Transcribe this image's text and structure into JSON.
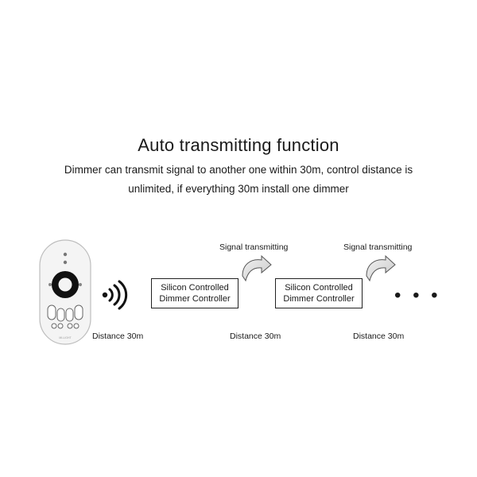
{
  "title": "Auto transmitting function",
  "subtitle_line1": "Dimmer can transmit signal to another one  within 30m, control distance is",
  "subtitle_line2": "unlimited, if everything 30m install one dimmer",
  "remote": {
    "brand_text": "MI-LIGHT"
  },
  "controllers": [
    {
      "line1": "Silicon Controlled",
      "line2": "Dimmer Controller"
    },
    {
      "line1": "Silicon Controlled",
      "line2": "Dimmer Controller"
    }
  ],
  "signal_labels": [
    "Signal transmitting",
    "Signal transmitting"
  ],
  "distance_labels": [
    "Distance 30m",
    "Distance 30m",
    "Distance 30m"
  ],
  "continuation": "• • •",
  "colors": {
    "text": "#1a1a1a",
    "remote_fill": "#f4f4f4",
    "remote_stroke": "#bdbdbd",
    "wheel": "#111111"
  }
}
